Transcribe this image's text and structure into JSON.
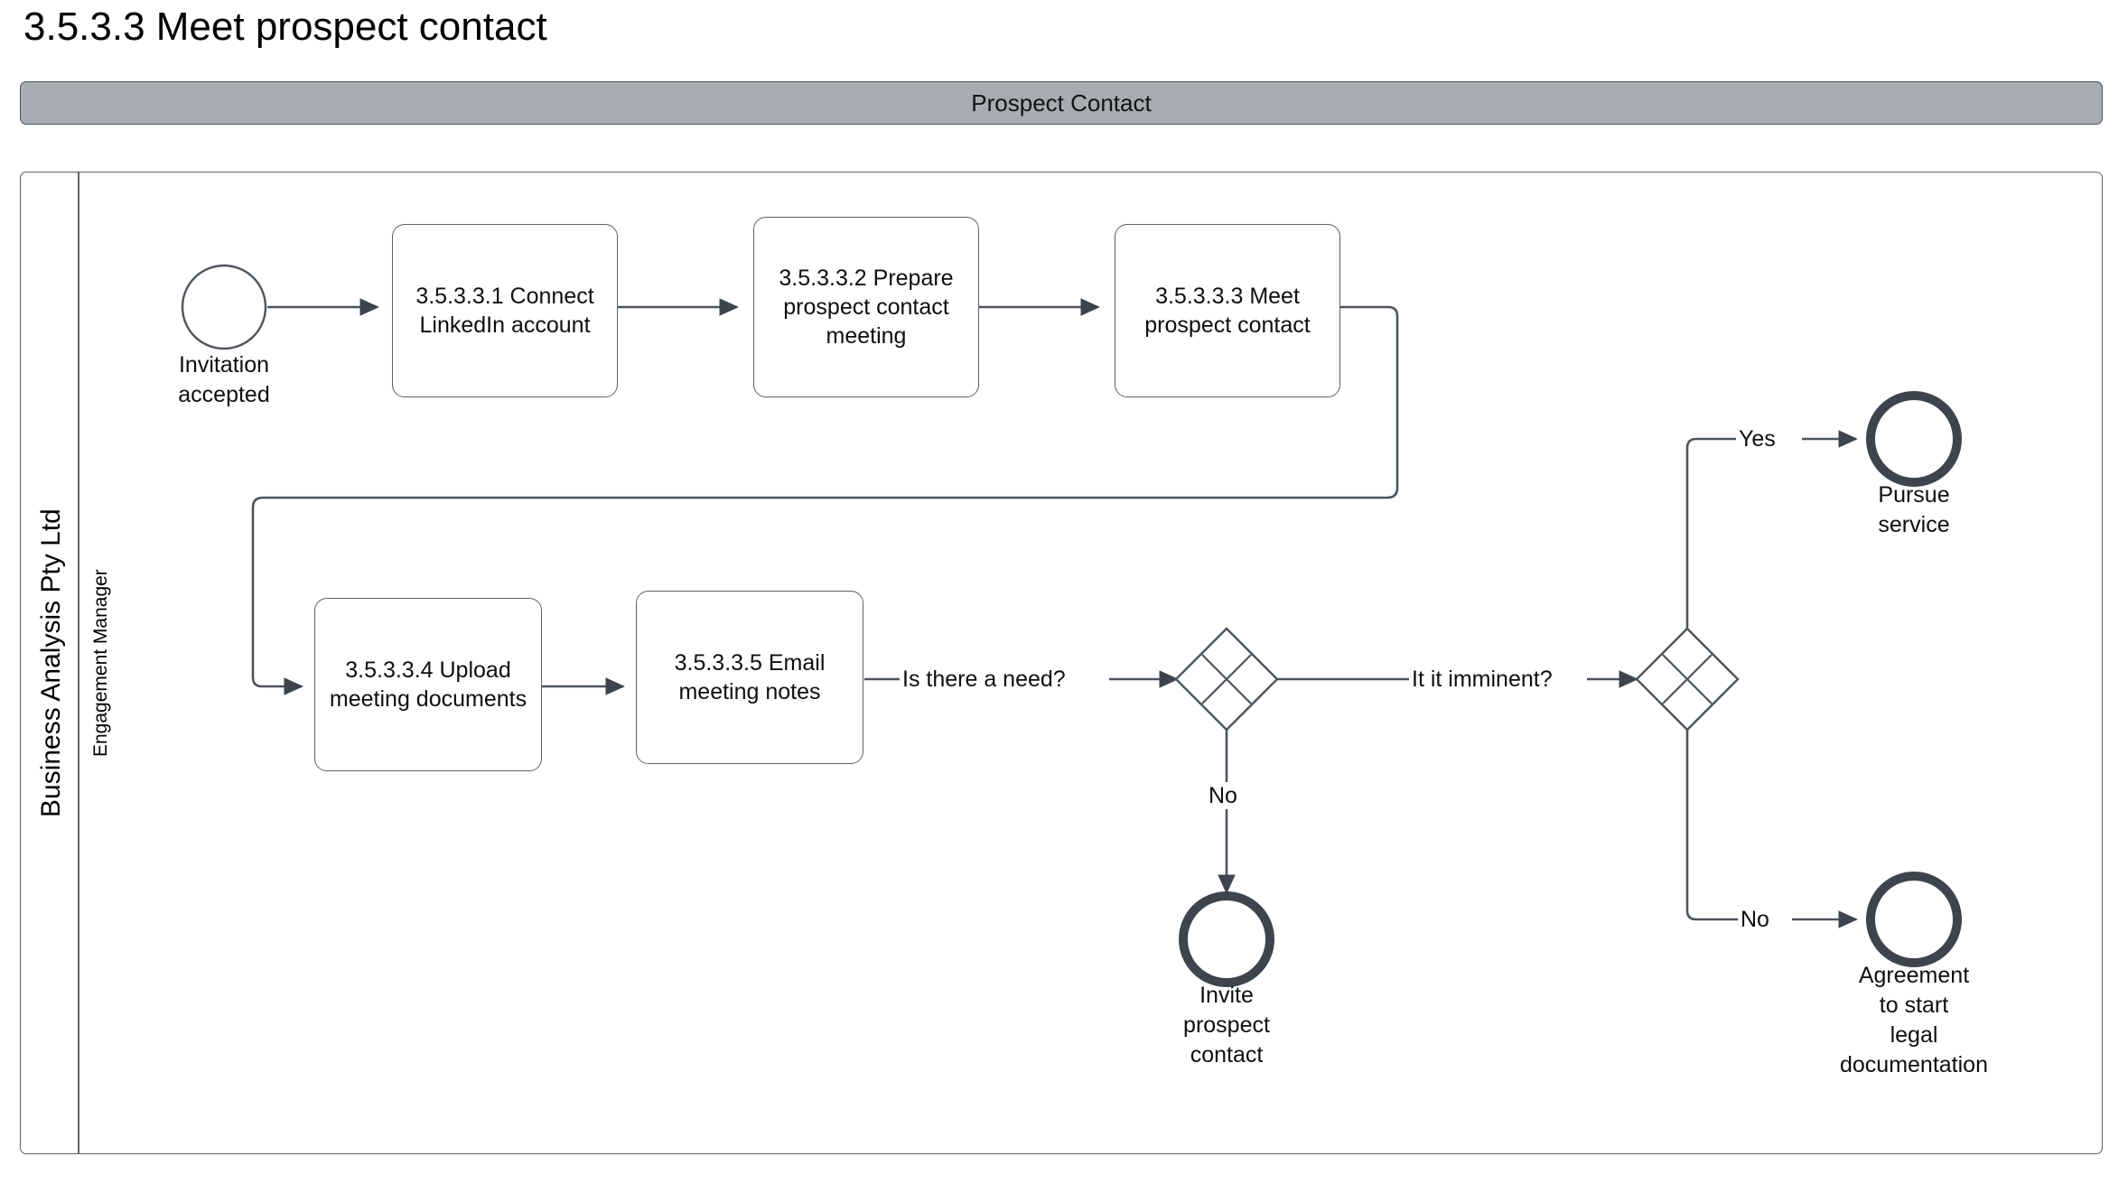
{
  "page": {
    "title": "3.5.3.3 Meet prospect contact"
  },
  "pool": {
    "header_label": "Prospect Contact",
    "name": "Business Analysis Pty Ltd",
    "lane": "Engagement Manager"
  },
  "colors": {
    "pool_header_fill": "#a6acb2",
    "stroke": "#5b6168",
    "end_event_stroke": "#3d444d",
    "text": "#0d0f12",
    "background": "#ffffff"
  },
  "diagram": {
    "type": "bpmn-process",
    "start_events": [
      {
        "id": "start-invitation-accepted",
        "label": "Invitation\naccepted"
      }
    ],
    "tasks": [
      {
        "id": "task-1",
        "label": "3.5.3.3.1 Connect LinkedIn account"
      },
      {
        "id": "task-2",
        "label": "3.5.3.3.2 Prepare prospect contact meeting"
      },
      {
        "id": "task-3",
        "label": "3.5.3.3.3 Meet prospect contact"
      },
      {
        "id": "task-4",
        "label": "3.5.3.3.4 Upload meeting documents"
      },
      {
        "id": "task-5",
        "label": "3.5.3.3.5 Email meeting notes"
      }
    ],
    "gateways": [
      {
        "id": "gateway-need",
        "kind": "complex",
        "question": "Is there a need?"
      },
      {
        "id": "gateway-imminent",
        "kind": "complex",
        "question": "It it imminent?"
      }
    ],
    "end_events": [
      {
        "id": "end-pursue-service",
        "label": "Pursue\nservice"
      },
      {
        "id": "end-invite-prospect-contact",
        "label": "Invite\nprospect\ncontact"
      },
      {
        "id": "end-agreement-legal",
        "label": "Agreement\nto start\nlegal\ndocumentation"
      }
    ],
    "flow_labels": {
      "need_question": "Is there a need?",
      "need_no": "No",
      "imminent_question": "It it imminent?",
      "imminent_yes": "Yes",
      "imminent_no": "No"
    }
  }
}
